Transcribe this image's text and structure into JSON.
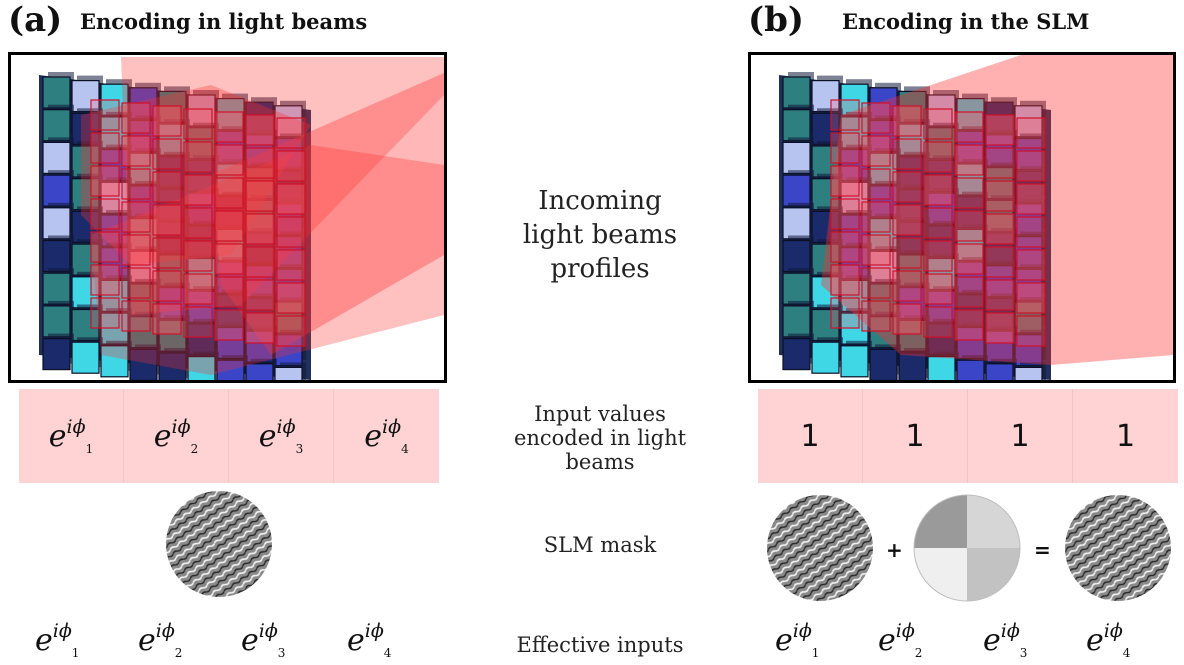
{
  "panel_a": {
    "letter": "(a)",
    "title": "Encoding in light beams",
    "cells": [
      {
        "base": "e",
        "exp": "iϕ",
        "sub": "1"
      },
      {
        "base": "e",
        "exp": "iϕ",
        "sub": "2"
      },
      {
        "base": "e",
        "exp": "iϕ",
        "sub": "3"
      },
      {
        "base": "e",
        "exp": "iϕ",
        "sub": "4"
      }
    ],
    "effective": [
      {
        "base": "e",
        "exp": "iϕ",
        "sub": "1"
      },
      {
        "base": "e",
        "exp": "iϕ",
        "sub": "2"
      },
      {
        "base": "e",
        "exp": "iϕ",
        "sub": "3"
      },
      {
        "base": "e",
        "exp": "iϕ",
        "sub": "4"
      }
    ]
  },
  "panel_b": {
    "letter": "(b)",
    "title": "Encoding in the SLM",
    "cells": [
      "1",
      "1",
      "1",
      "1"
    ],
    "plus": "+",
    "equals": "=",
    "effective": [
      {
        "base": "e",
        "exp": "iϕ",
        "sub": "1"
      },
      {
        "base": "e",
        "exp": "iϕ",
        "sub": "2"
      },
      {
        "base": "e",
        "exp": "iϕ",
        "sub": "3"
      },
      {
        "base": "e",
        "exp": "iϕ",
        "sub": "4"
      }
    ]
  },
  "middle_labels": {
    "incoming_1": "Incoming",
    "incoming_2": "light beams",
    "incoming_3": "profiles",
    "input_1": "Input values",
    "input_2": "encoded in light",
    "input_3": "beams",
    "slm_mask": "SLM mask",
    "effective_inputs": "Effective inputs"
  },
  "colors": {
    "cell_fill": "#ffd3d3",
    "beam": "#ff3030",
    "cyan": "#3fd6e6",
    "blue": "#3b45c8",
    "navy": "#1a2a6a",
    "teal": "#2e7f7f",
    "pale": "#b8c4f0"
  }
}
